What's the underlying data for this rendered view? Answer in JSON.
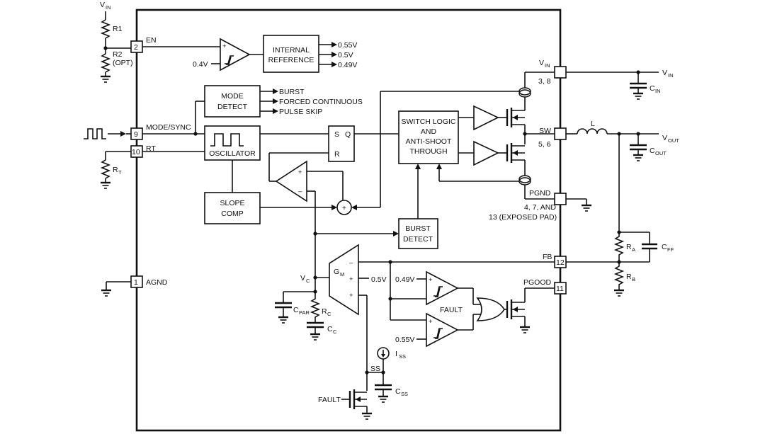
{
  "labels": {
    "vin_top": "V",
    "vin_top_sub": "IN",
    "r1": "R1",
    "r2": "R2",
    "r2_opt": "(OPT)",
    "pin2": "2",
    "en": "EN",
    "v04": "0.4V",
    "internal_reference_1": "INTERNAL",
    "internal_reference_2": "REFERENCE",
    "ref_055": "0.55V",
    "ref_05": "0.5V",
    "ref_049": "0.49V",
    "mode_detect_1": "MODE",
    "mode_detect_2": "DETECT",
    "burst": "BURST",
    "forced_continuous": "FORCED CONTINUOUS",
    "pulse_skip": "PULSE SKIP",
    "pin9": "9",
    "mode_sync": "MODE/SYNC",
    "pin10": "10",
    "rt": "RT",
    "rt_res": "R",
    "rt_res_sub": "T",
    "oscillator": "OSCILLATOR",
    "s": "S",
    "q": "Q",
    "r": "R",
    "switch_logic_1": "SWITCH LOGIC",
    "switch_logic_2": "AND",
    "switch_logic_3": "ANTI-SHOOT",
    "switch_logic_4": "THROUGH",
    "slope_comp_1": "SLOPE",
    "slope_comp_2": "COMP",
    "burst_detect_1": "BURST",
    "burst_detect_2": "DETECT",
    "vin_pin": "V",
    "vin_pin_sub": "IN",
    "vin_pin_num": "3, 8",
    "vin_out": "V",
    "vin_out_sub": "IN",
    "cin": "C",
    "cin_sub": "IN",
    "sw": "SW",
    "sw_num": "5, 6",
    "l": "L",
    "vout": "V",
    "vout_sub": "OUT",
    "cout": "C",
    "cout_sub": "OUT",
    "pgnd": "PGND",
    "pgnd_num_1": "4, 7, AND",
    "pgnd_num_2": "13 (EXPOSED PAD)",
    "ra": "R",
    "ra_sub": "A",
    "cff": "C",
    "cff_sub": "FF",
    "rb": "R",
    "rb_sub": "B",
    "fb": "FB",
    "pin12": "12",
    "pgood": "PGOOD",
    "pin11": "11",
    "pin1": "1",
    "agnd": "AGND",
    "vc": "V",
    "vc_sub": "C",
    "gm": "G",
    "gm_sub": "M",
    "gm_minus": "–",
    "gm_plus1": "+",
    "gm_plus2": "+",
    "v05": "0.5V",
    "v049": "0.49V",
    "v055": "0.55V",
    "fault": "FAULT",
    "fault2": "FAULT",
    "cpar": "C",
    "cpar_sub": "PAR",
    "rc": "R",
    "rc_sub": "C",
    "cc": "C",
    "cc_sub": "C",
    "iss": "I",
    "iss_sub": "SS",
    "ss": "SS",
    "css": "C",
    "css_sub": "SS"
  }
}
